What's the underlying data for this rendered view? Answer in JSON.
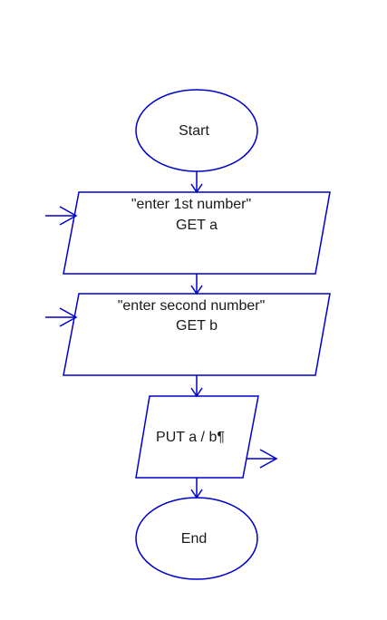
{
  "diagram": {
    "stroke_color": "#0000cc",
    "text_color": "#1a1a1a",
    "background": "#ffffff",
    "nodes": {
      "start": {
        "label": "Start"
      },
      "input_a": {
        "line1": "\"enter 1st number\"",
        "line2": "GET a"
      },
      "input_b": {
        "line1": "\"enter second number\"",
        "line2": "GET b"
      },
      "output": {
        "label": "PUT a / b¶"
      },
      "end": {
        "label": "End"
      }
    }
  }
}
